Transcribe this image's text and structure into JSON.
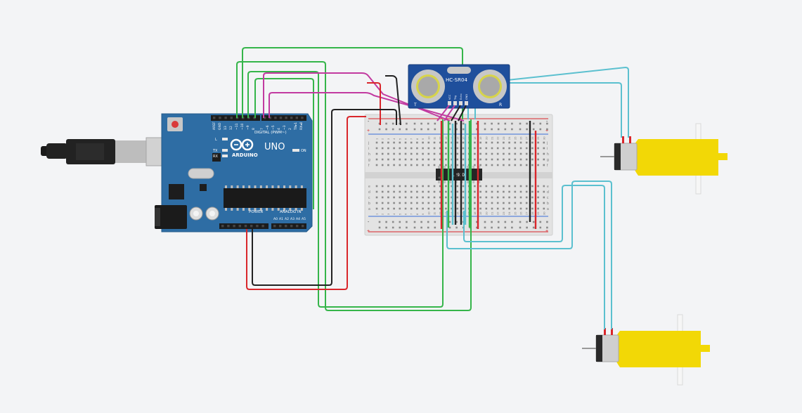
{
  "arduino": {
    "brand": "ARDUINO",
    "model": "UNO",
    "digital_label": "DIGITAL (PWM~)",
    "power_label": "POWER",
    "analog_label": "ANALOG IN",
    "on_label": "ON",
    "led_l": "L",
    "led_tx": "TX",
    "led_rx": "RX",
    "pin_aref": "AREF",
    "pin_gnd": "GND",
    "pin_13": "13",
    "pin_12": "12",
    "pin_11": "~11",
    "pin_10": "~10",
    "pin_9": "~9",
    "pin_8": "8",
    "pin_7": "7",
    "pin_6": "~6",
    "pin_5": "~5",
    "pin_4": "4",
    "pin_3": "~3",
    "pin_2": "2",
    "pin_tx1": "TX▸1",
    "pin_rx0": "RX◂0",
    "pin_a0": "A0",
    "pin_a1": "A1",
    "pin_a2": "A2",
    "pin_a3": "A3",
    "pin_a4": "A4",
    "pin_a5": "A5"
  },
  "sensor": {
    "name": "HC-SR04",
    "left_marker": "T",
    "right_marker": "R",
    "pin_vcc": "VCC",
    "pin_trig": "Trig",
    "pin_echo": "Echo",
    "pin_gnd": "GND"
  },
  "chip": {
    "name": "L293D"
  },
  "breadboard": {
    "row_letters_top": [
      "j",
      "i",
      "h",
      "g",
      "f"
    ],
    "row_letters_bottom": [
      "e",
      "d",
      "c",
      "b",
      "a"
    ],
    "rail_plus": "+",
    "rail_minus": "-",
    "column_numbers": [
      "1",
      "2",
      "3",
      "4",
      "5",
      "6",
      "7",
      "8",
      "9",
      "10",
      "11",
      "12",
      "13",
      "14",
      "15",
      "16",
      "17",
      "18",
      "19",
      "20",
      "21",
      "22",
      "23",
      "24",
      "25",
      "26",
      "27",
      "28",
      "29",
      "30"
    ]
  },
  "colors": {
    "background": "#f3f4f6",
    "arduino_board": "#2e6da4",
    "sensor_board": "#1f4f9c",
    "wire_green": "#35b54a",
    "wire_red": "#d9262b",
    "wire_black": "#222222",
    "wire_magenta": "#c23aa0",
    "wire_cyan": "#5bc0cf",
    "motor_yellow": "#f2d806"
  }
}
